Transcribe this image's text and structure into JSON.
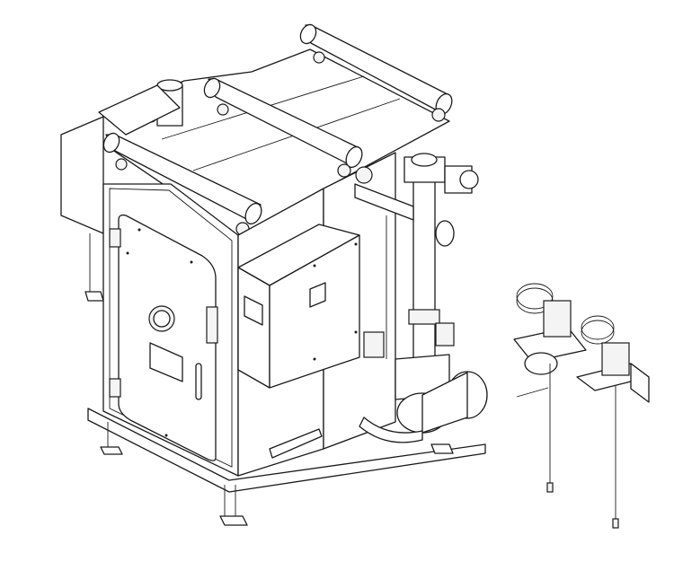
{
  "drawing": {
    "background": "#ffffff",
    "line_color": "#1a1a1a",
    "components": {
      "main_unit": "enclosure",
      "door": "front-door",
      "control_box": "control-box",
      "vertical_pipe": "vertical-pipe",
      "pump": "pump",
      "accessory_units": 2
    }
  }
}
